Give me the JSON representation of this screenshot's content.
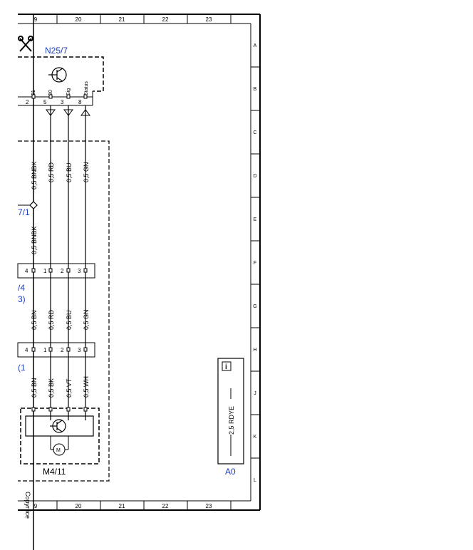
{
  "frame": {
    "columns": [
      "9",
      "20",
      "21",
      "22",
      "23"
    ],
    "rows": [
      "A",
      "B",
      "C",
      "D",
      "E",
      "F",
      "G",
      "H",
      "J",
      "K",
      "L"
    ]
  },
  "components": {
    "top": "N25/7",
    "splice_left": "7/1",
    "connector1_left": "/4",
    "connector1_left2": "3)",
    "connector2_left": "(1",
    "motor": "M4/11",
    "ground_ref": "A0",
    "motor_symbol": "M"
  },
  "pins": {
    "top_labels": [
      "31",
      "30",
      "Sig",
      "Status"
    ],
    "top_numbers": [
      "2",
      "5",
      "3",
      "8"
    ],
    "conn1": [
      "4",
      "1",
      "2",
      "3"
    ],
    "conn2": [
      "4",
      "1",
      "2",
      "3"
    ]
  },
  "wires": {
    "seg1": [
      "0,5 BNBK",
      "0,5 RD",
      "0,5 BU",
      "0,5 GN"
    ],
    "seg2": "0,5 BNBK",
    "seg3": [
      "0,5 BN",
      "0,5 RD",
      "0,5 BU",
      "0,5 GN"
    ],
    "seg4": [
      "0,5 BN",
      "0,5 BK",
      "0,5 VT",
      "0,5 WH"
    ]
  },
  "info_box": {
    "icon": "info-icon",
    "icon_text": "i",
    "wire": "2,5 RDYE"
  },
  "footer": {
    "copyright": "Copyr ice"
  }
}
